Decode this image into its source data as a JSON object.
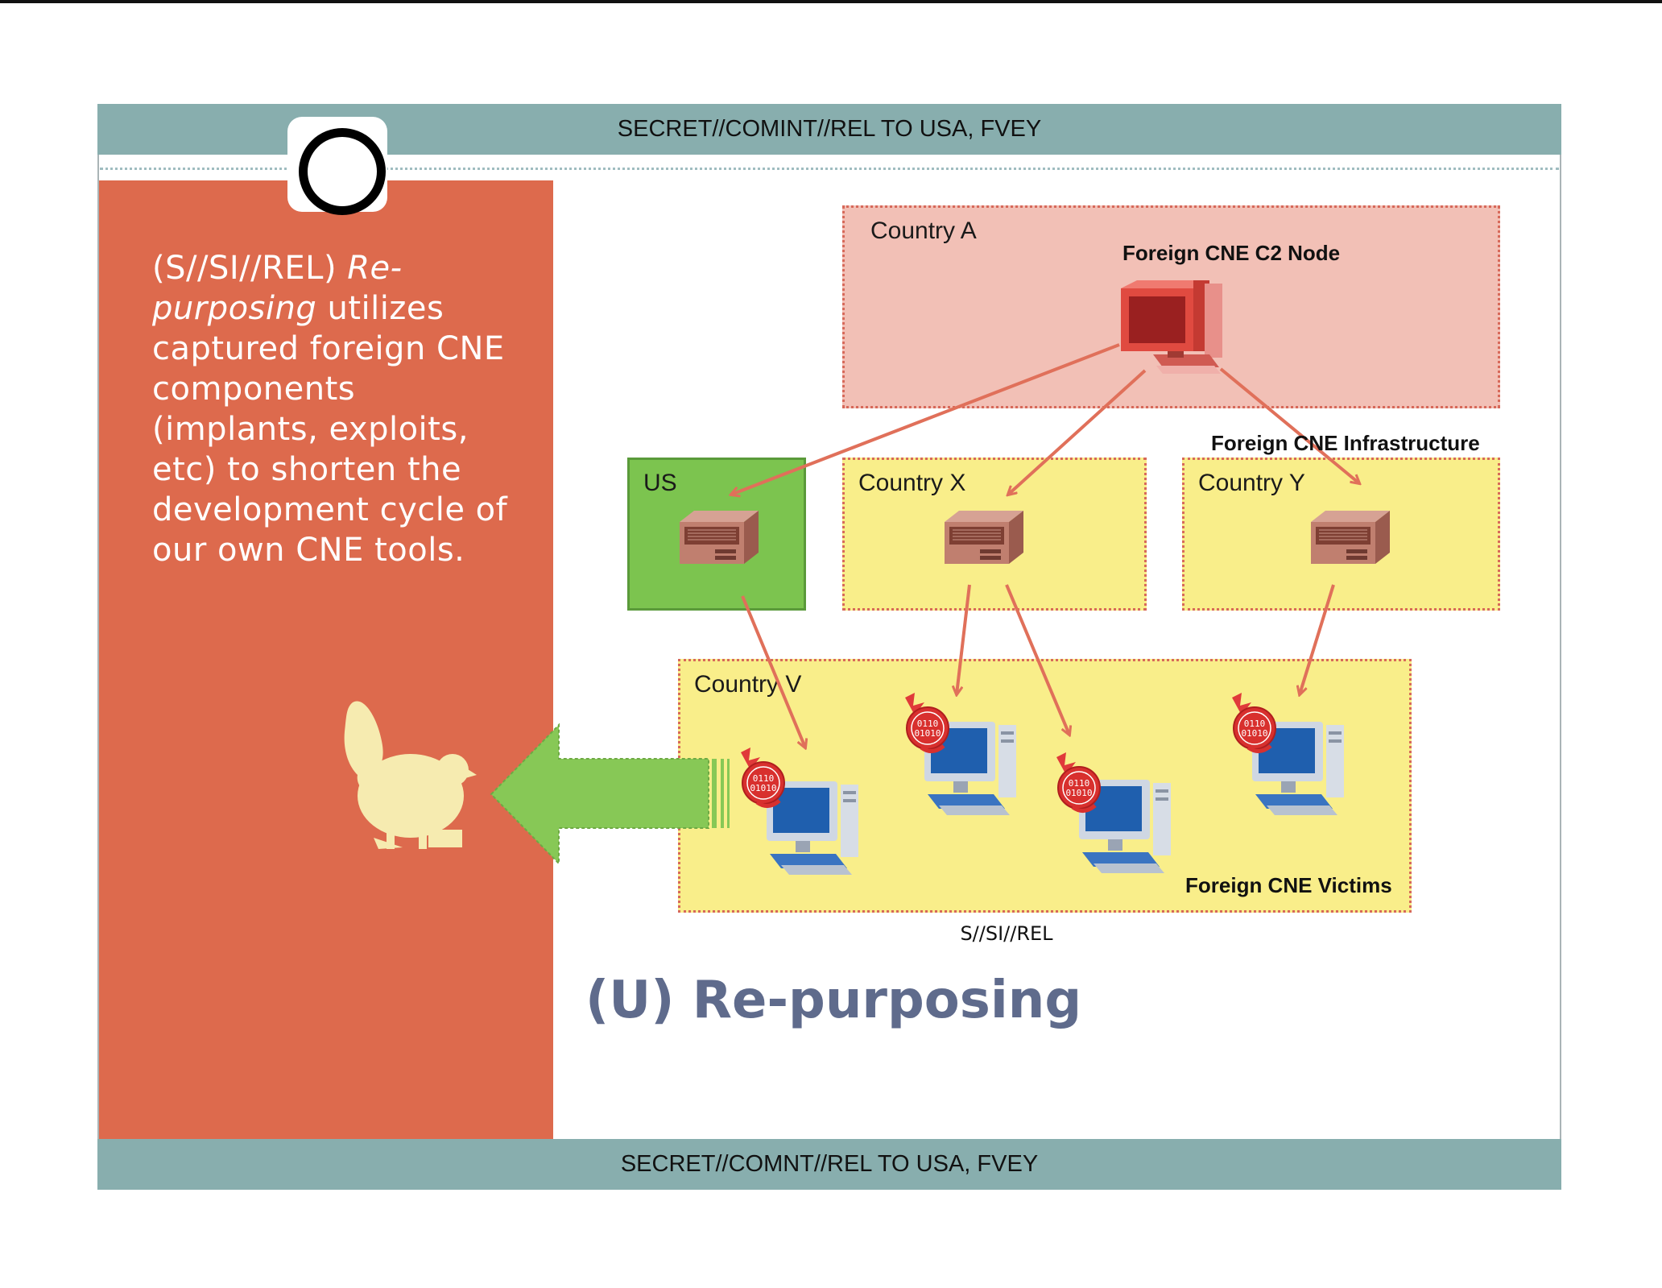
{
  "banner": {
    "top": "SECRET//COMINT//REL TO USA, FVEY",
    "bottom": "SECRET//COMNT//REL TO USA, FVEY"
  },
  "sidebar": {
    "prefix": "(S//SI//REL) ",
    "italic": "Re-purposing",
    "body": " utilizes captured foreign CNE components (implants, exploits, etc) to shorten the development cycle of our own CNE tools."
  },
  "diagram": {
    "country_a": "Country A",
    "c2_node": "Foreign CNE C2 Node",
    "infrastructure": "Foreign CNE Infrastructure",
    "us": "US",
    "country_x": "Country X",
    "country_y": "Country Y",
    "country_v": "Country V",
    "victims": "Foreign CNE Victims",
    "binary_line1": "0110",
    "binary_line2": "01010"
  },
  "caption": "S//SI//REL",
  "title": "(U) Re-purposing",
  "colors": {
    "banner": "#88aeae",
    "sidebar": "#dd6a4d",
    "country_a_fill": "#f2c0b6",
    "yellow_fill": "#f9ee8a",
    "us_fill": "#7cc44f",
    "arrow_green": "#87c856",
    "flow_arrow": "#e0705a",
    "title": "#5f6b8c"
  },
  "icons": [
    "circle-logo-icon",
    "server-icon",
    "computer-icon",
    "malware-badge-icon",
    "turkey-icon",
    "left-arrow-icon"
  ]
}
